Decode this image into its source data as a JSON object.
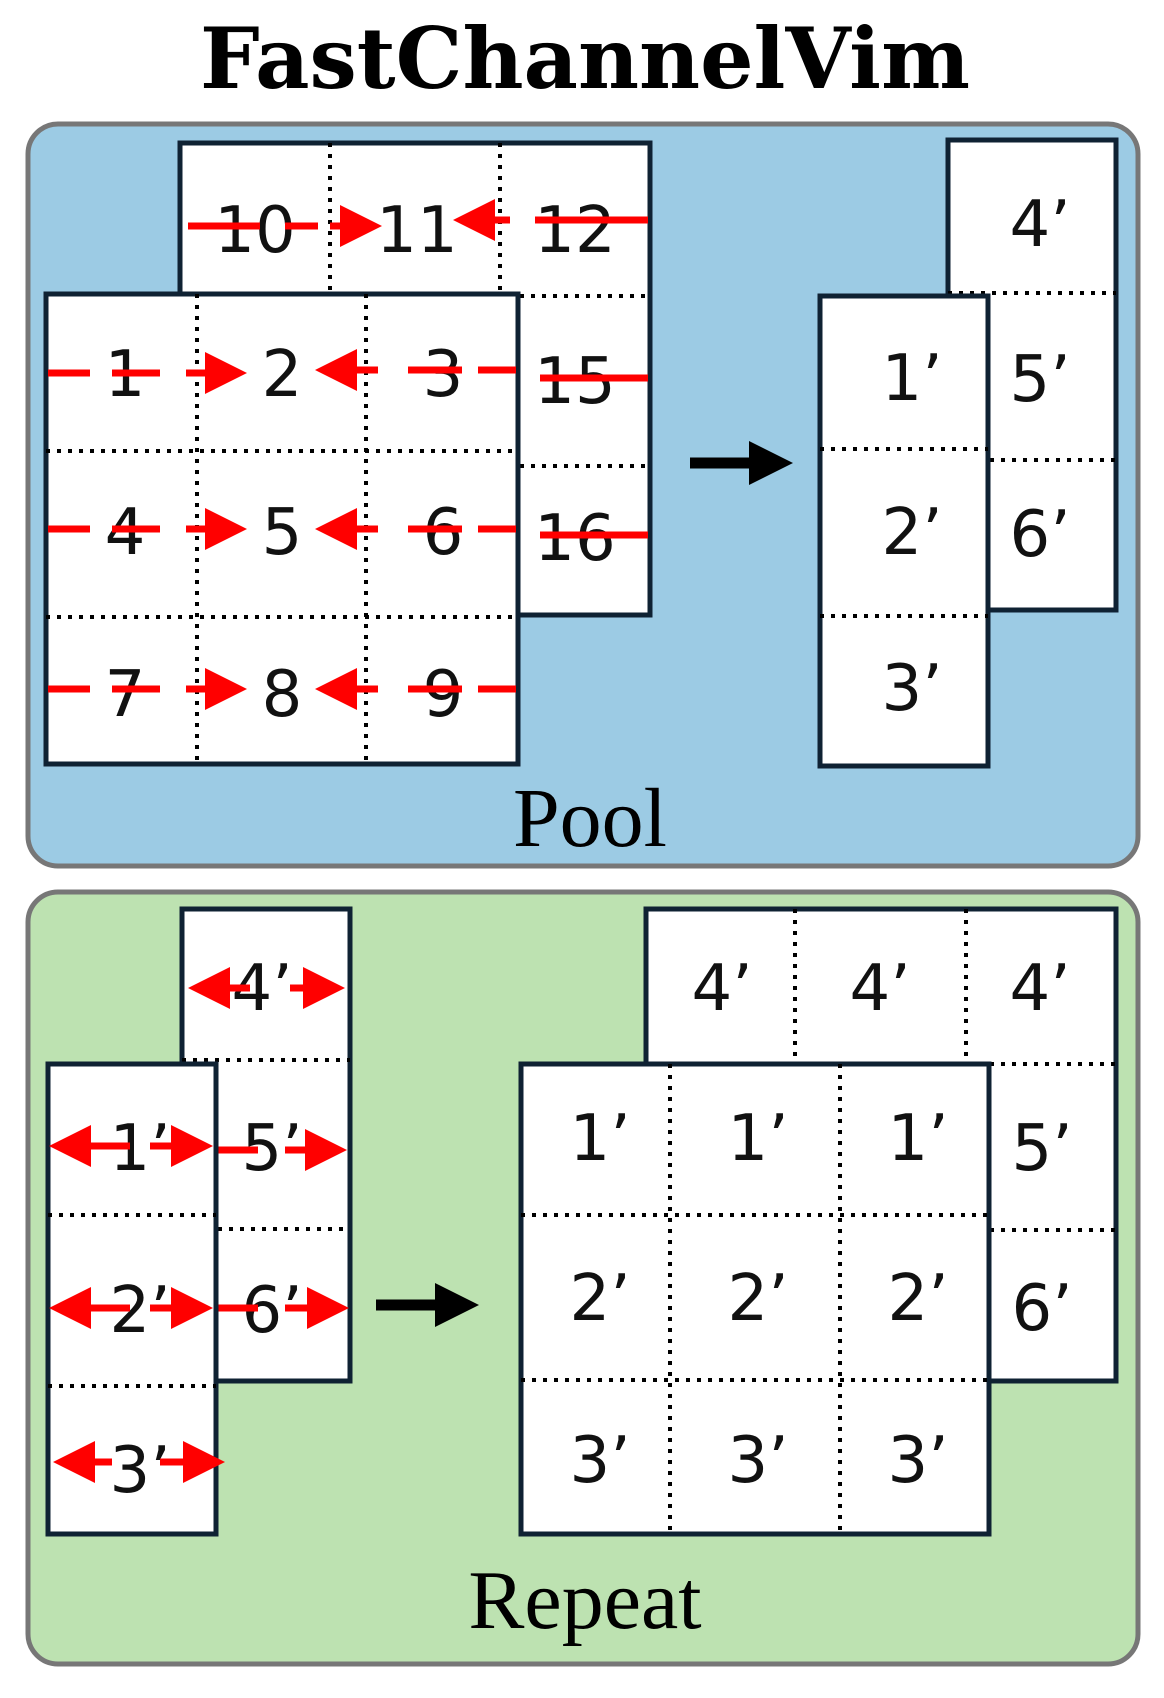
{
  "title": "FastChannelVim",
  "colors": {
    "pool_bg": "#9ccbe4",
    "repeat_bg": "#bde2b1",
    "panel_border": "#777777",
    "cell_border": "#0f2233",
    "arrow_red": "#ff0000",
    "arrow_black": "#000000"
  },
  "pool": {
    "label": "Pool",
    "back_top_row": [
      "10",
      "11",
      "12"
    ],
    "back_right_col": [
      "15",
      "16"
    ],
    "front_grid": [
      [
        "1",
        "2",
        "3"
      ],
      [
        "4",
        "5",
        "6"
      ],
      [
        "7",
        "8",
        "9"
      ]
    ],
    "out_back": [
      "4’",
      "5’",
      "6’"
    ],
    "out_front": [
      "1’",
      "2’",
      "3’"
    ]
  },
  "repeat": {
    "label": "Repeat",
    "in_back": [
      "4’",
      "5’",
      "6’"
    ],
    "in_front": [
      "1’",
      "2’",
      "3’"
    ],
    "out_back_top_row": [
      "4’",
      "4’",
      "4’"
    ],
    "out_back_right_col": [
      "5’",
      "6’"
    ],
    "out_front_grid": [
      [
        "1’",
        "1’",
        "1’"
      ],
      [
        "2’",
        "2’",
        "2’"
      ],
      [
        "3’",
        "3’",
        "3’"
      ]
    ]
  }
}
